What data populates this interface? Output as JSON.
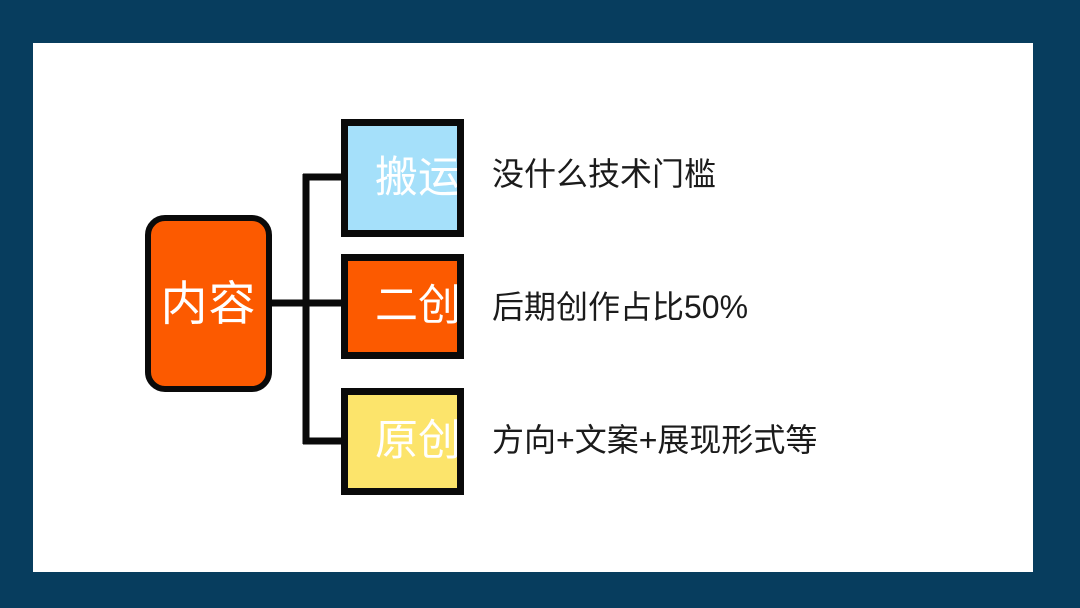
{
  "slide": {
    "frame_color": "#073d5e",
    "canvas_color": "#ffffff"
  },
  "diagram": {
    "type": "mind-map-tree",
    "root": {
      "label": "内容",
      "fill": "#fc5a00",
      "text_color": "#ffffff",
      "border_color": "#0a0a0a"
    },
    "branches": [
      {
        "label": "搬运",
        "description": "没什么技术门槛",
        "fill": "#a5e0fa",
        "text_color": "#ffffff",
        "border_color": "#0a0a0a"
      },
      {
        "label": "二创",
        "description": "后期创作占比50%",
        "fill": "#fc5a00",
        "text_color": "#ffffff",
        "border_color": "#0a0a0a"
      },
      {
        "label": "原创",
        "description": "方向+文案+展现形式等",
        "fill": "#fce46b",
        "text_color": "#ffffff",
        "border_color": "#0a0a0a"
      }
    ],
    "connector_color": "#0a0a0a"
  }
}
